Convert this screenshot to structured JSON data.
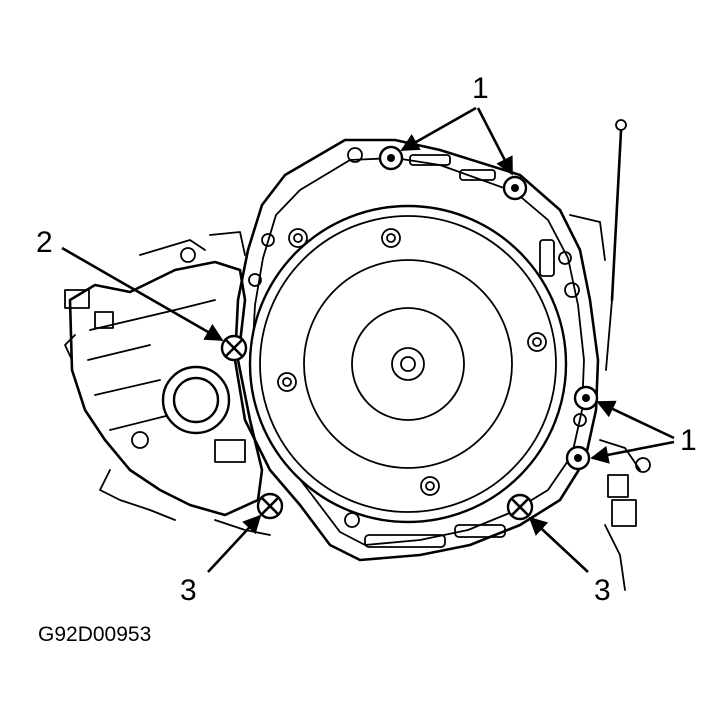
{
  "callouts": {
    "c1_top": "1",
    "c1_right": "1",
    "c2": "2",
    "c3_left": "3",
    "c3_right": "3"
  },
  "figure_code": "G92D00953",
  "colors": {
    "ink": "#000000",
    "paper": "#ffffff"
  }
}
